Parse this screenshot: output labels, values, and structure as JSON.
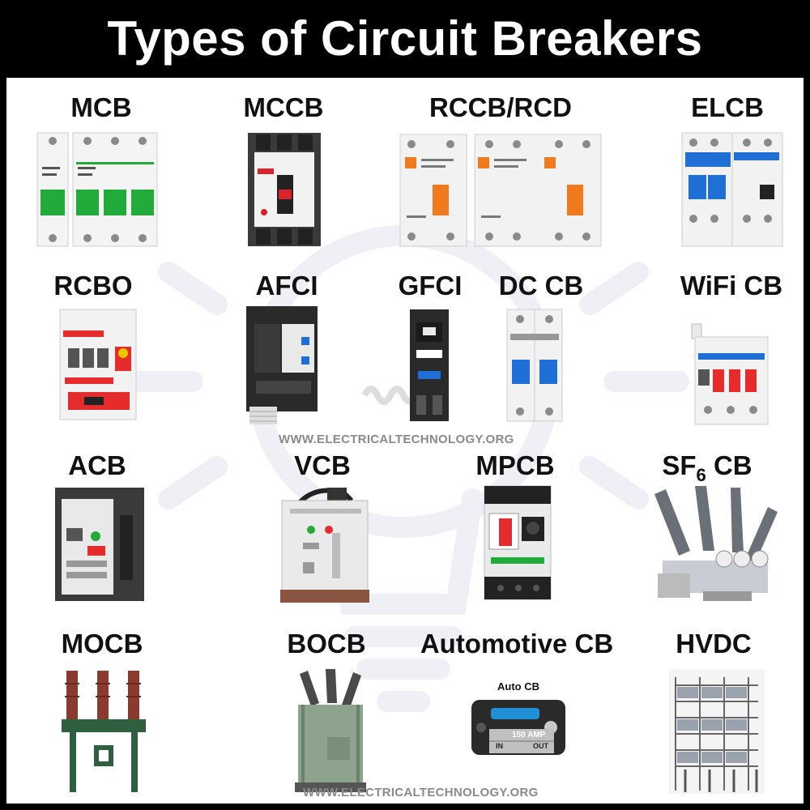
{
  "title": "Types of Circuit Breakers",
  "colors": {
    "header_bg": "#000000",
    "panel_bg": "#ffffff",
    "watermark": "#8a8a8a",
    "green": "#22aa3a",
    "orange": "#f07a1e",
    "blue": "#1f6fd6",
    "red": "#e52b2b"
  },
  "breakers": [
    {
      "label": "MCB",
      "icon": "mcb-icon"
    },
    {
      "label": "MCCB",
      "icon": "mccb-icon"
    },
    {
      "label": "RCCB/RCD",
      "icon": "rccb-icon"
    },
    {
      "label": "ELCB",
      "icon": "elcb-icon"
    },
    {
      "label": "RCBO",
      "icon": "rcbo-icon"
    },
    {
      "label": "AFCI",
      "icon": "afci-icon"
    },
    {
      "label": "GFCI",
      "icon": "gfci-icon"
    },
    {
      "label": "DC CB",
      "icon": "dc-cb-icon"
    },
    {
      "label": "WiFi CB",
      "icon": "wifi-cb-icon"
    },
    {
      "label": "ACB",
      "icon": "acb-icon"
    },
    {
      "label": "VCB",
      "icon": "vcb-icon"
    },
    {
      "label": "MPCB",
      "icon": "mpcb-icon"
    },
    {
      "label": "SF",
      "subscript": "6",
      "label_suffix": " CB",
      "icon": "sf6-cb-icon"
    },
    {
      "label": "MOCB",
      "icon": "mocb-icon"
    },
    {
      "label": "BOCB",
      "icon": "bocb-icon"
    },
    {
      "label": "Automotive CB",
      "icon": "automotive-cb-icon"
    },
    {
      "label": "HVDC",
      "icon": "hvdc-icon"
    }
  ],
  "auto_cb": {
    "caption": "Auto CB",
    "amp": "150 AMP",
    "in": "IN",
    "out": "OUT"
  },
  "watermark": "WWW.ELECTRICALTECHNOLOGY.ORG"
}
